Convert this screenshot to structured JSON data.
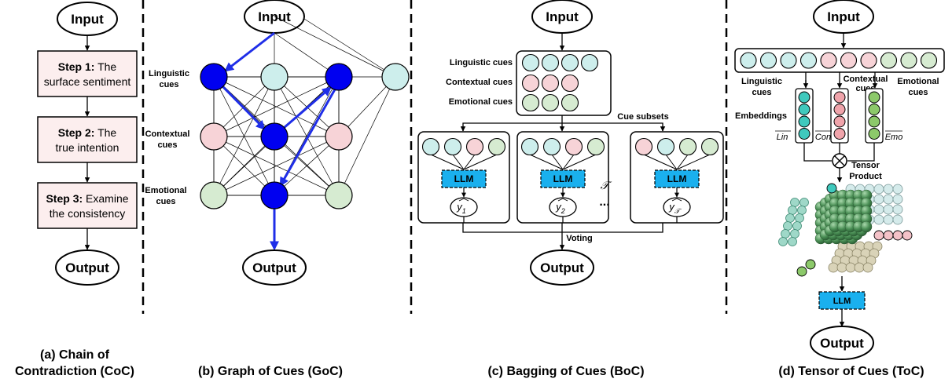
{
  "io": {
    "input": "Input",
    "output": "Output"
  },
  "coc": {
    "steps": [
      {
        "bold": "Step 1:",
        "rest": " The",
        "line2": "surface sentiment"
      },
      {
        "bold": "Step 2:",
        "rest": " The",
        "line2": "true intention"
      },
      {
        "bold": "Step 3:",
        "rest": " Examine",
        "line2": "the consistency"
      }
    ],
    "caption_line1": "(a) Chain of",
    "caption_line2": "Contradiction (CoC)"
  },
  "goc": {
    "row_labels": [
      [
        "Linguistic",
        "cues"
      ],
      [
        "Contextual",
        "cues"
      ],
      [
        "Emotional",
        "cues"
      ]
    ],
    "caption": "(b) Graph of Cues (GoC)"
  },
  "boc": {
    "cue_labels": [
      "Linguistic cues",
      "Contextual cues",
      "Emotional cues"
    ],
    "cue_subsets": "Cue subsets",
    "llm": "LLM",
    "ellipsis": "...",
    "t_symbol": "𝒯",
    "outputs": [
      {
        "base": "y",
        "sub": "1"
      },
      {
        "base": "y",
        "sub": "2"
      },
      {
        "base": "y",
        "sub": "𝒯"
      }
    ],
    "voting": "Voting",
    "caption": "(c) Bagging of Cues (BoC)"
  },
  "toc": {
    "labels": {
      "linguistic": [
        "Linguistic",
        "cues"
      ],
      "contextual": [
        "Contextual",
        "cues"
      ],
      "emotional": [
        "Emotional",
        "cues"
      ]
    },
    "embeddings": "Embeddings",
    "vec_labels": [
      "Lin",
      "Con",
      "Emo"
    ],
    "tensor_product": [
      "Tensor",
      "Product"
    ],
    "llm": "LLM",
    "caption": "(d) Tensor of Cues (ToC)"
  },
  "colors": {
    "linguistic": "#cdeeec",
    "contextual": "#f7d3d7",
    "emotional": "#d6ebd1",
    "step_fill": "#fceeee",
    "llm_fill": "#1ab0ee",
    "blue_node": "#0000f0",
    "blue_edge": "#1f2ee8",
    "emb_teal": "#3fc9bd",
    "emb_red": "#f0a4ab",
    "emb_green": "#8cc96a",
    "cube_green": "#4a8f55",
    "beige": "#d9d3b8"
  }
}
